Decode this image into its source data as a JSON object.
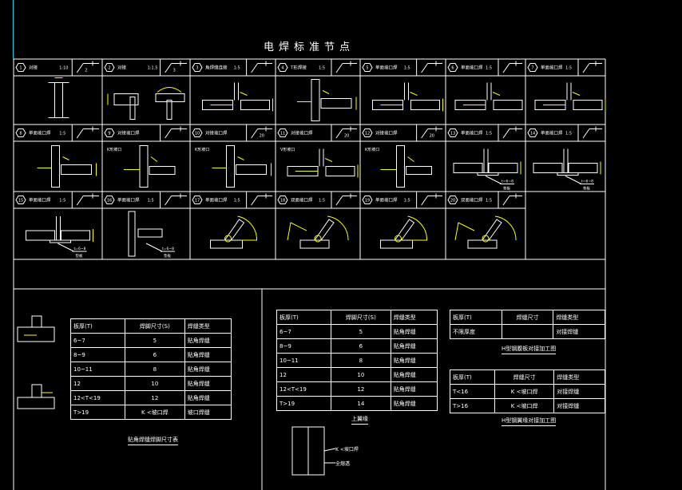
{
  "title": "电焊标准节点",
  "colors": {
    "line": "#ffffff",
    "accent": "#ffff00",
    "frame_left": "#1fd0e0",
    "bg": "#000000"
  },
  "details": [
    {
      "num": "1",
      "name": "对接",
      "scale": "1:10",
      "sym": "2",
      "kind": "plate-v"
    },
    {
      "num": "2",
      "name": "对接",
      "scale": "1:1.5",
      "sym": "3",
      "kind": "cross"
    },
    {
      "num": "3",
      "name": "角焊缝连接",
      "scale": "1:5",
      "sym": "",
      "kind": "l-bevel"
    },
    {
      "num": "4",
      "name": "T形焊接",
      "scale": "1:5",
      "sym": "",
      "kind": "t-side"
    },
    {
      "num": "5",
      "name": "单面坡口焊",
      "scale": "1:5",
      "sym": "",
      "kind": "l-bevel"
    },
    {
      "num": "6",
      "name": "单面坡口焊",
      "scale": "1:5",
      "sym": "",
      "kind": "l-bevel"
    },
    {
      "num": "7",
      "name": "单面坡口焊",
      "scale": "1:5",
      "sym": "",
      "kind": "l-bevel"
    },
    {
      "num": "8",
      "name": "单面坡口焊",
      "scale": "1:5",
      "sym": "",
      "kind": "t-side"
    },
    {
      "num": "9",
      "name": "对接坡口焊",
      "scale": "",
      "sym": "",
      "kind": "tee-label",
      "note": "K形坡口"
    },
    {
      "num": "10",
      "name": "对接坡口焊",
      "scale": "",
      "sym": "20",
      "kind": "t-side-label",
      "note": "K形坡口"
    },
    {
      "num": "11",
      "name": "对接坡口焊",
      "scale": "",
      "sym": "20",
      "kind": "l-bevel-label",
      "note": "V形坡口"
    },
    {
      "num": "12",
      "name": "对接坡口焊",
      "scale": "",
      "sym": "20",
      "kind": "tee-label",
      "note": "K形坡口"
    },
    {
      "num": "13",
      "name": "单面坡口焊",
      "scale": "1:5",
      "sym": "",
      "kind": "backing",
      "note": "垫板"
    },
    {
      "num": "14",
      "name": "单面坡口焊",
      "scale": "1:5",
      "sym": "",
      "kind": "backing",
      "note": "垫板"
    },
    {
      "num": "15",
      "name": "单面坡口焊",
      "scale": "1:5",
      "sym": "",
      "kind": "backing",
      "note": "垫板"
    },
    {
      "num": "16",
      "name": "单面坡口焊",
      "scale": "1:5",
      "sym": "",
      "kind": "vbacking",
      "note": "垫板"
    },
    {
      "num": "17",
      "name": "单面坡口焊",
      "scale": "1:5",
      "sym": "",
      "kind": "arc1"
    },
    {
      "num": "18",
      "name": "双面坡口焊",
      "scale": "1:5",
      "sym": "",
      "kind": "arc2"
    },
    {
      "num": "19",
      "name": "单面坡口焊",
      "scale": "1:5",
      "sym": "",
      "kind": "arc1"
    },
    {
      "num": "20",
      "name": "双面坡口焊",
      "scale": "1:5",
      "sym": "",
      "kind": "arc2"
    }
  ],
  "table1": {
    "headers": [
      "板厚(T)",
      "焊脚尺寸(S)",
      "焊缝类型"
    ],
    "rows": [
      [
        "6~7",
        "5",
        "贴角焊缝"
      ],
      [
        "8~9",
        "6",
        "贴角焊缝"
      ],
      [
        "10~11",
        "8",
        "贴角焊缝"
      ],
      [
        "12",
        "10",
        "贴角焊缝"
      ],
      [
        "12<T<19",
        "12",
        "贴角焊缝"
      ],
      [
        "T>19",
        "K <坡口焊",
        "坡口焊缝"
      ]
    ],
    "caption": "贴角焊缝焊脚尺寸表"
  },
  "table2": {
    "headers": [
      "板厚(T)",
      "焊脚尺寸(S)",
      "焊缝类型"
    ],
    "rows": [
      [
        "6~7",
        "5",
        "贴角焊缝"
      ],
      [
        "8~9",
        "6",
        "贴角焊缝"
      ],
      [
        "10~11",
        "8",
        "贴角焊缝"
      ],
      [
        "12",
        "10",
        "贴角焊缝"
      ],
      [
        "12<T<19",
        "12",
        "贴角焊缝"
      ],
      [
        "T>19",
        "14",
        "贴角焊缝"
      ]
    ],
    "caption": "上翼缘"
  },
  "table3": {
    "headers": [
      "板厚(T)",
      "焊缝尺寸",
      "焊缝类型"
    ],
    "rows": [
      [
        "不限厚度",
        "",
        "对接焊缝"
      ]
    ],
    "caption": "H型钢腹板对接加工图"
  },
  "table4": {
    "headers": [
      "板厚(T)",
      "焊缝尺寸",
      "焊缝类型"
    ],
    "rows": [
      [
        "T<16",
        "K <坡口焊",
        "对接焊缝"
      ],
      [
        "T>16",
        "K <坡口焊",
        "对接焊缝"
      ]
    ],
    "caption": "H型钢翼缘对接加工图"
  },
  "beam_labels": {
    "top": "K <坡口焊",
    "bottom": "全熔透"
  }
}
